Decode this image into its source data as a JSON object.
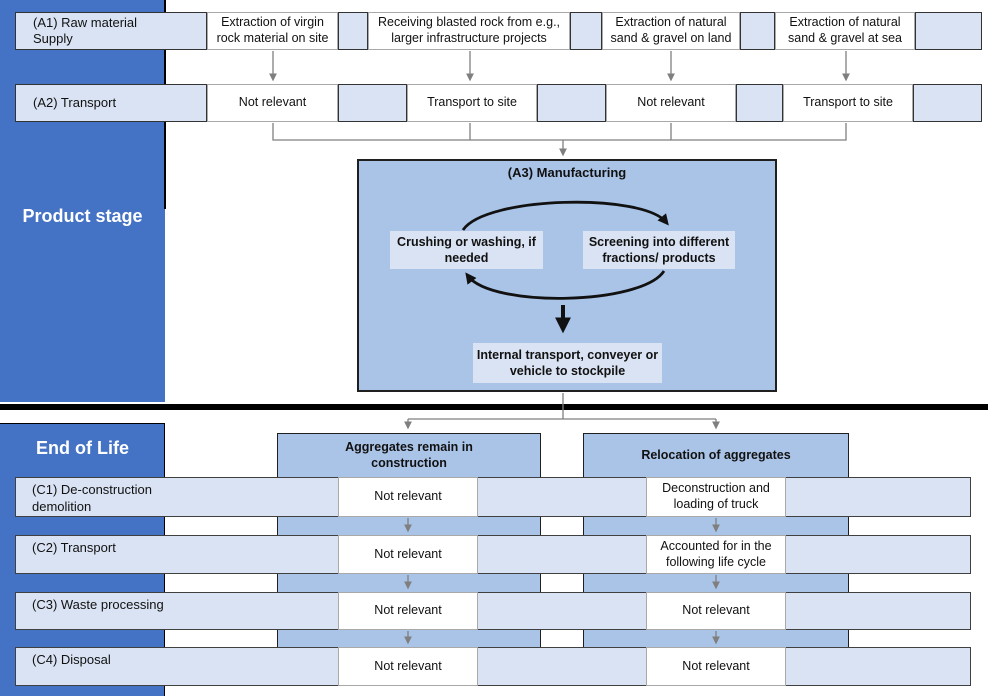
{
  "sidebar": {
    "product_stage_label": "Product stage",
    "end_of_life_label": "End of Life"
  },
  "product_stage": {
    "a1": {
      "label": "(A1) Raw material Supply",
      "cells": [
        "Extraction of virgin rock material on site",
        "Receiving blasted rock from e.g., larger infrastructure projects",
        "Extraction of natural sand & gravel on land",
        "Extraction of natural sand & gravel at sea"
      ]
    },
    "a2": {
      "label": "(A2) Transport",
      "cells": [
        "Not relevant",
        "Transport to site",
        "Not relevant",
        "Transport to site"
      ]
    },
    "a3": {
      "title": "(A3) Manufacturing",
      "crushing": "Crushing or washing, if needed",
      "screening": "Screening into different fractions/ products",
      "internal": "Internal transport, conveyer or vehicle to stockpile"
    }
  },
  "end_of_life": {
    "columns": [
      {
        "title": "Aggregates remain in construction"
      },
      {
        "title": "Relocation of aggregates"
      }
    ],
    "rows": [
      {
        "label": "(C1) De-construction demolition",
        "left": "Not relevant",
        "right": "Deconstruction and loading of truck"
      },
      {
        "label": "(C2) Transport",
        "left": "Not relevant",
        "right": "Accounted for in the following life cycle"
      },
      {
        "label": "(C3) Waste processing",
        "left": "Not relevant",
        "right": "Not relevant"
      },
      {
        "label": "(C4) Disposal",
        "left": "Not relevant",
        "right": "Not relevant"
      }
    ]
  },
  "colors": {
    "dark_blue": "#4472c4",
    "medium_blue": "#aac4e8",
    "light_blue": "#dae3f3",
    "connector_gray": "#7f7f7f",
    "divider_black": "#000000"
  }
}
